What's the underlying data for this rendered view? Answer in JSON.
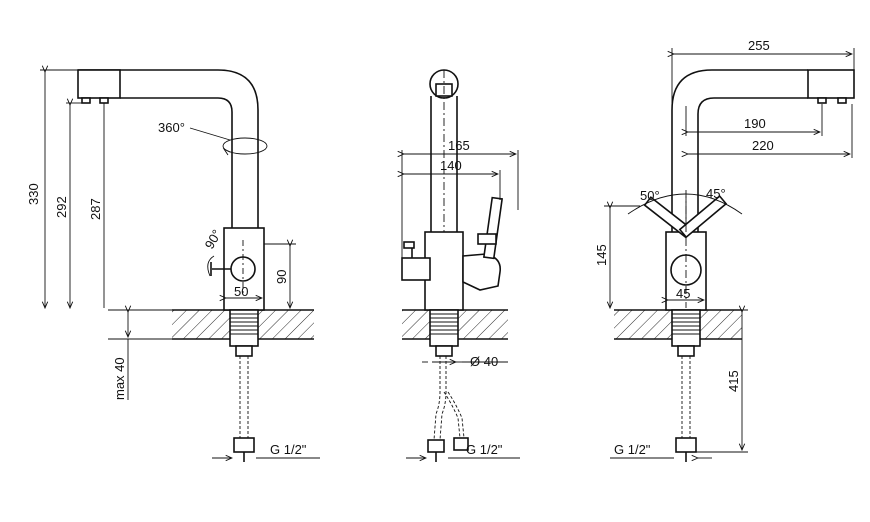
{
  "front_view": {
    "height_total": "330",
    "height_outlet": "292",
    "height_aerator": "287",
    "swivel": "360°",
    "lever_angle": "90°",
    "body_width": "50",
    "handle_height": "90",
    "max_thickness": "max 40",
    "connection": "G 1/2\""
  },
  "side_view": {
    "overall_width": "165",
    "lever_span": "140",
    "mount_diameter": "Ø 40",
    "connection": "G 1/2\""
  },
  "right_view": {
    "reach_total": "255",
    "reach_aerator": "190",
    "reach_outlet": "220",
    "angle_left": "50°",
    "angle_right": "45°",
    "body_height": "145",
    "body_width": "45",
    "hose_length": "415",
    "connection": "G 1/2\""
  }
}
